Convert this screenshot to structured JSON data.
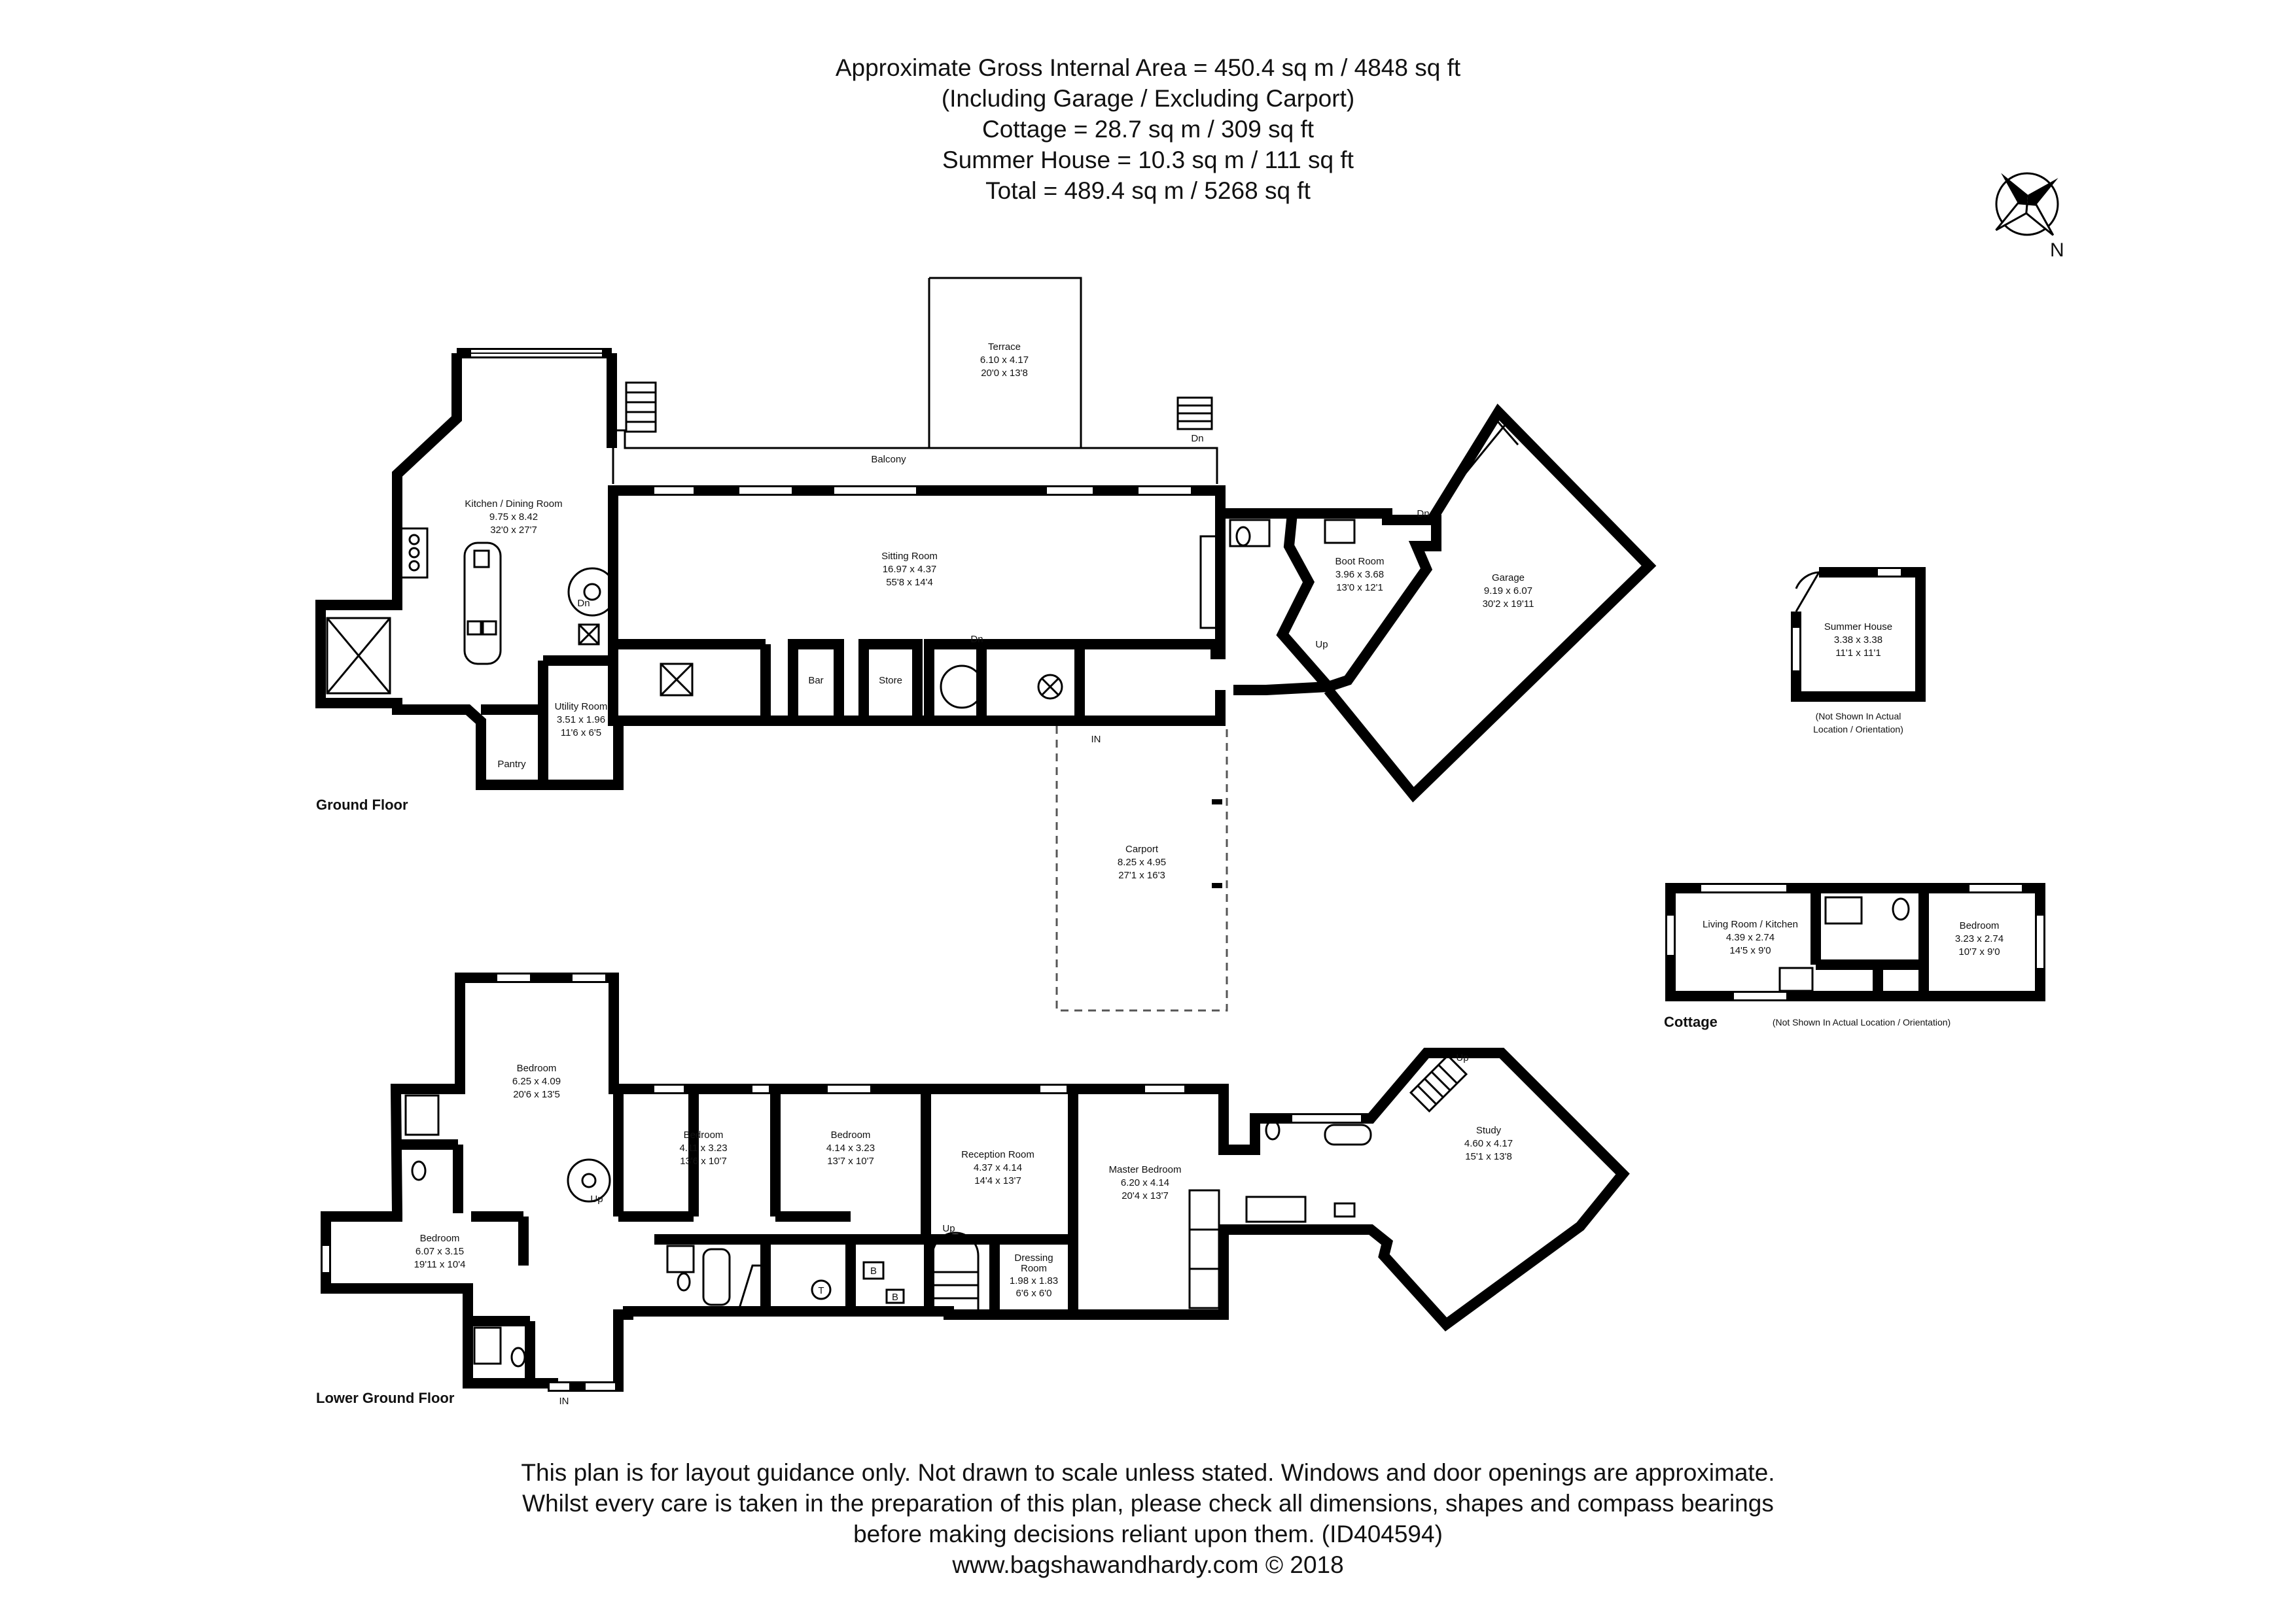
{
  "header": {
    "line1": "Approximate Gross Internal Area = 450.4 sq m / 4848 sq ft",
    "line2": "(Including Garage / Excluding Carport)",
    "line3": "Cottage = 28.7 sq m / 309 sq ft",
    "line4": "Summer House = 10.3 sq m / 111 sq ft",
    "line5": "Total = 489.4 sq m / 5268 sq ft"
  },
  "compass": {
    "label": "N",
    "icon": "compass-rose-icon"
  },
  "floors": {
    "ground": "Ground Floor",
    "lower_ground": "Lower Ground Floor",
    "cottage": "Cottage",
    "cottage_note": "(Not Shown In Actual Location / Orientation)",
    "summer_note_1": "(Not Shown In Actual",
    "summer_note_2": "Location / Orientation)"
  },
  "rooms": {
    "terrace": {
      "name": "Terrace",
      "metric": "6.10 x 4.17",
      "imperial": "20'0 x 13'8"
    },
    "balcony": {
      "name": "Balcony"
    },
    "kitchen": {
      "name": "Kitchen / Dining Room",
      "metric": "9.75 x 8.42",
      "imperial": "32'0 x 27'7"
    },
    "sitting": {
      "name": "Sitting Room",
      "metric": "16.97 x 4.37",
      "imperial": "55'8 x 14'4"
    },
    "utility": {
      "name": "Utility Room",
      "metric": "3.51 x 1.96",
      "imperial": "11'6 x 6'5"
    },
    "pantry": {
      "name": "Pantry"
    },
    "bar": {
      "name": "Bar"
    },
    "store": {
      "name": "Store"
    },
    "boot": {
      "name": "Boot Room",
      "metric": "3.96 x 3.68",
      "imperial": "13'0 x 12'1"
    },
    "garage": {
      "name": "Garage",
      "metric": "9.19 x 6.07",
      "imperial": "30'2 x 19'11"
    },
    "carport": {
      "name": "Carport",
      "metric": "8.25 x 4.95",
      "imperial": "27'1 x 16'3"
    },
    "summer": {
      "name": "Summer House",
      "metric": "3.38 x 3.38",
      "imperial": "11'1 x 11'1"
    },
    "cottage_living": {
      "name": "Living Room / Kitchen",
      "metric": "4.39 x 2.74",
      "imperial": "14'5 x 9'0"
    },
    "cottage_bed": {
      "name": "Bedroom",
      "metric": "3.23 x 2.74",
      "imperial": "10'7 x 9'0"
    },
    "lg_bed1": {
      "name": "Bedroom",
      "metric": "6.25 x 4.09",
      "imperial": "20'6 x 13'5"
    },
    "lg_bed2": {
      "name": "Bedroom",
      "metric": "4.11 x 3.23",
      "imperial": "13'6 x 10'7"
    },
    "lg_bed3": {
      "name": "Bedroom",
      "metric": "4.14 x 3.23",
      "imperial": "13'7 x 10'7"
    },
    "lg_bed4": {
      "name": "Bedroom",
      "metric": "6.07 x 3.15",
      "imperial": "19'11 x 10'4"
    },
    "reception": {
      "name": "Reception Room",
      "metric": "4.37 x 4.14",
      "imperial": "14'4 x 13'7"
    },
    "master": {
      "name": "Master Bedroom",
      "metric": "6.20 x 4.14",
      "imperial": "20'4 x 13'7"
    },
    "dressing": {
      "name1": "Dressing",
      "name2": "Room",
      "metric": "1.98 x 1.83",
      "imperial": "6'6 x 6'0"
    },
    "study": {
      "name": "Study",
      "metric": "4.60 x 4.17",
      "imperial": "15'1 x 13'8"
    }
  },
  "markers": {
    "dn": "Dn",
    "up": "Up",
    "in": "IN",
    "t": "T",
    "b": "B"
  },
  "footer": {
    "line1": "This plan is for layout guidance only. Not drawn to scale unless stated. Windows and door openings are approximate.",
    "line2": "Whilst every care is taken in the preparation of this plan, please check all dimensions, shapes and compass bearings",
    "line3": "before making decisions reliant upon them. (ID404594)",
    "line4": "www.bagshawandhardy.com © 2018"
  }
}
